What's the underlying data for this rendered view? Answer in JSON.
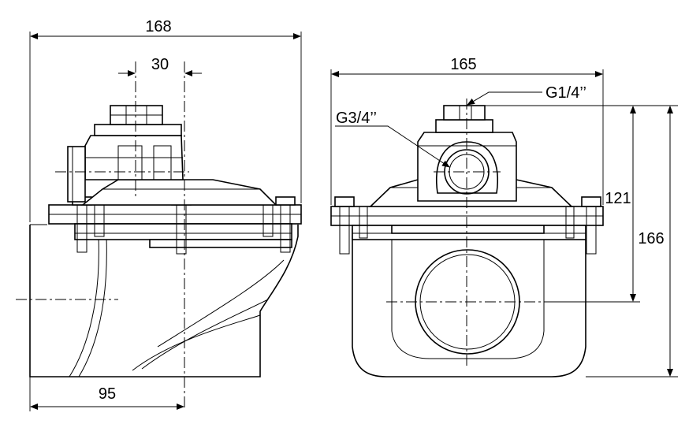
{
  "dimensions": {
    "width_168": "168",
    "offset_30": "30",
    "width_95": "95",
    "width_165": "165",
    "height_121": "121",
    "height_166": "166"
  },
  "ports": {
    "pilot_port": "G1/4’’",
    "outlet_port": "G3/4’’"
  }
}
